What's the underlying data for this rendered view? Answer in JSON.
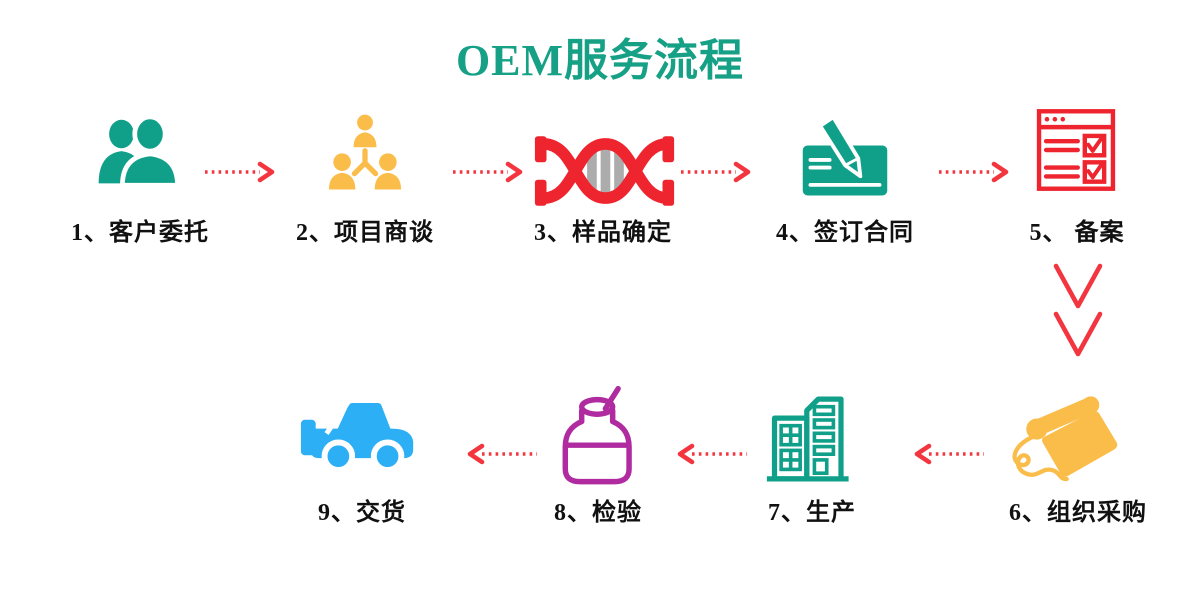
{
  "title": "OEM服务流程",
  "colors": {
    "title_green": "#16A085",
    "green": "#10A08A",
    "yellow": "#FBBD4A",
    "red": "#EE242F",
    "arrow_red": "#F3353F",
    "magenta": "#B02BA0",
    "blue": "#2CAFF5",
    "gray": "#ACACAC",
    "text": "#111111",
    "background": "#FFFFFF"
  },
  "steps": [
    {
      "number": "1",
      "label": "1、客户委托",
      "icon": "clients-icon",
      "color_key": "green"
    },
    {
      "number": "2",
      "label": "2、项目商谈",
      "icon": "negotiation-team-icon",
      "color_key": "yellow"
    },
    {
      "number": "3",
      "label": "3、样品确定",
      "icon": "dna-sample-icon",
      "color_key": "red"
    },
    {
      "number": "4",
      "label": "4、签订合同",
      "icon": "contract-signing-icon",
      "color_key": "green"
    },
    {
      "number": "5",
      "label": "5、 备案",
      "icon": "checklist-record-icon",
      "color_key": "red"
    },
    {
      "number": "6",
      "label": "6、组织采购",
      "icon": "telephone-icon",
      "color_key": "yellow"
    },
    {
      "number": "7",
      "label": "7、生产",
      "icon": "factory-building-icon",
      "color_key": "green"
    },
    {
      "number": "8",
      "label": "8、检验",
      "icon": "test-bottle-icon",
      "color_key": "magenta"
    },
    {
      "number": "9",
      "label": "9、交货",
      "icon": "delivery-car-icon",
      "color_key": "blue"
    }
  ],
  "flow": {
    "top_row_direction": "right",
    "bottom_row_direction": "left",
    "connector_5_to_6": "double-chevron-down"
  }
}
